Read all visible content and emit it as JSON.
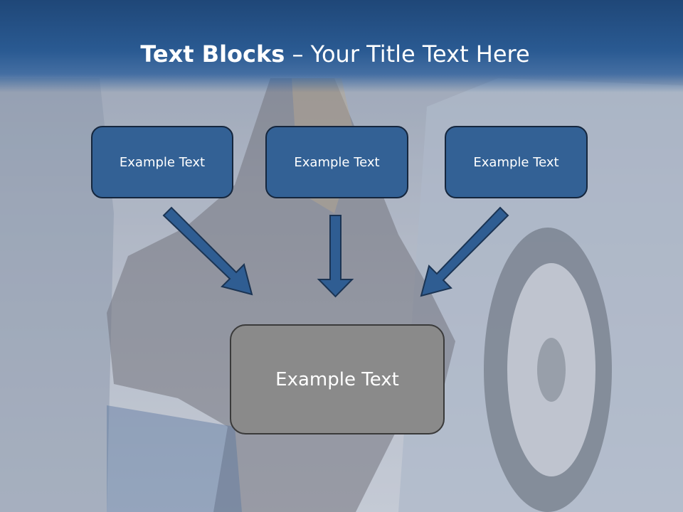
{
  "title": {
    "bold": "Text Blocks",
    "separator": "–",
    "rest": "Your Title Text Here"
  },
  "blocks": [
    {
      "label": "Example Text"
    },
    {
      "label": "Example Text"
    },
    {
      "label": "Example Text"
    }
  ],
  "main_block": {
    "label": "Example Text"
  },
  "colors": {
    "header": "#1f4778",
    "box_fill": "#336195",
    "box_border": "#15263d",
    "main_fill": "#8a8a8a",
    "arrow": "#2f5d92"
  }
}
